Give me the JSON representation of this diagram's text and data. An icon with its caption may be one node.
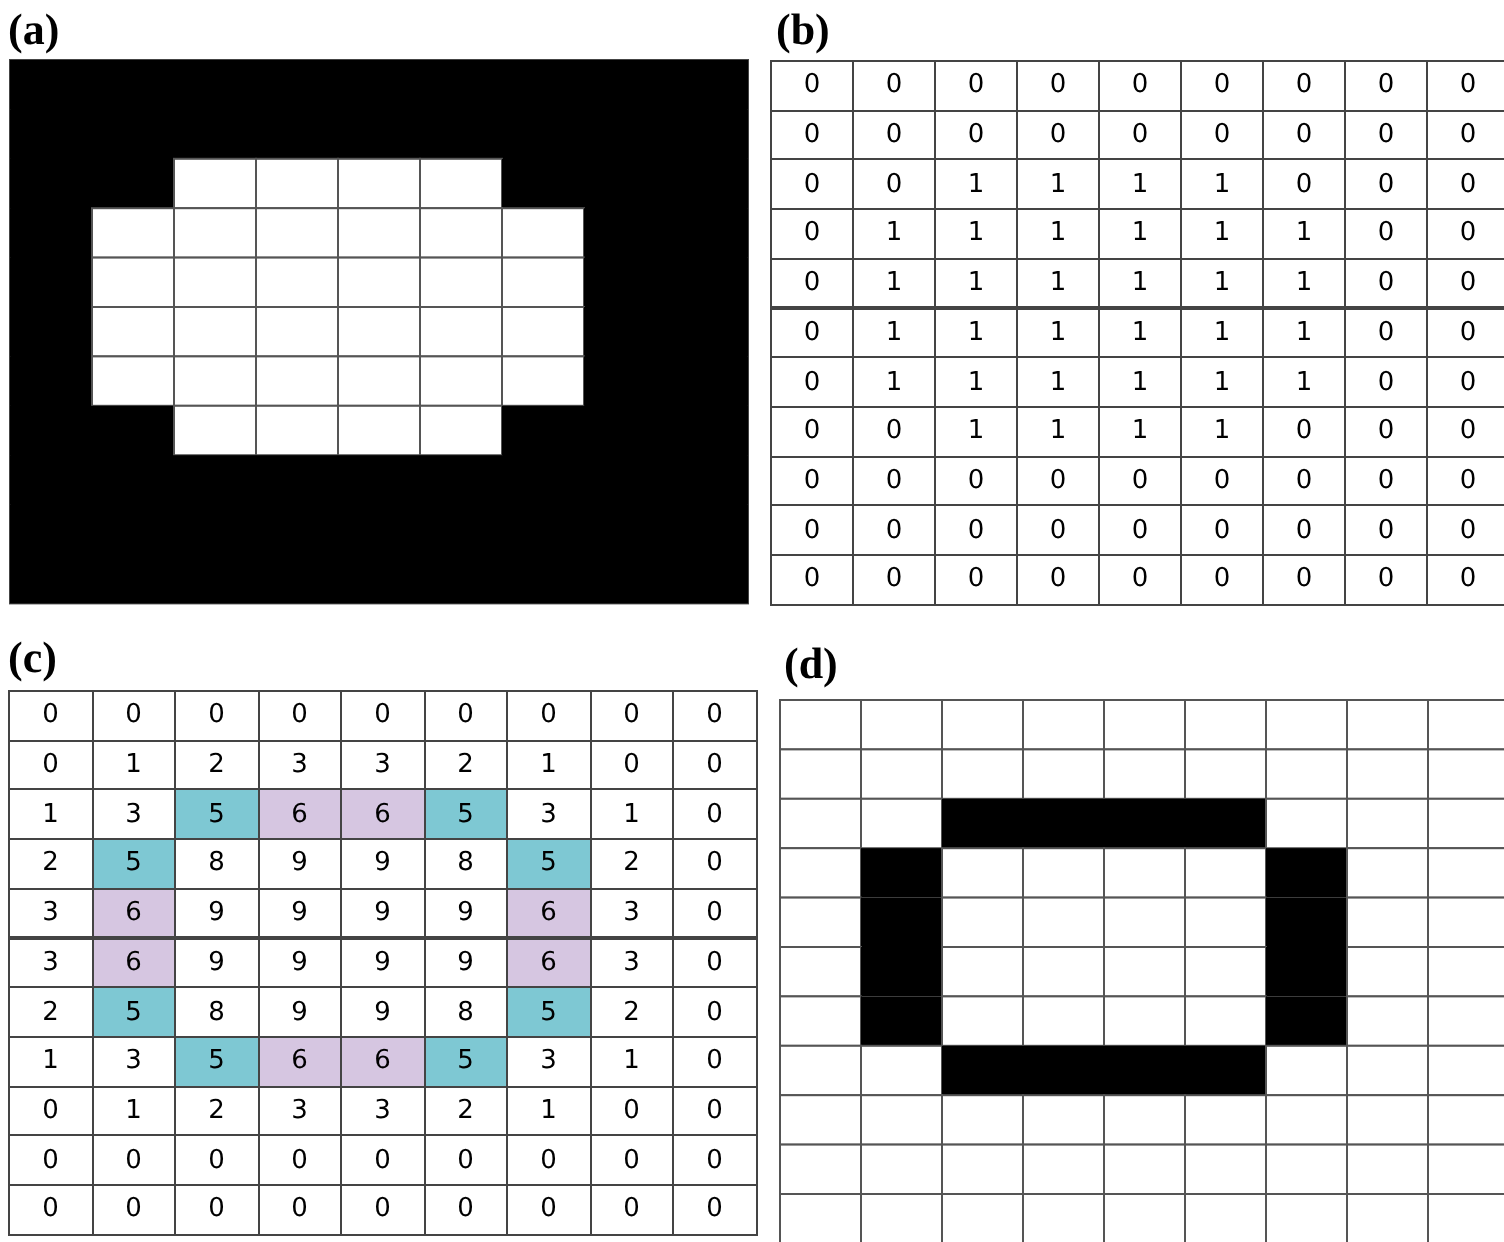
{
  "diagram": {
    "labels": [
      "(a)",
      "(b)",
      "0",
      "0",
      "0",
      "0",
      "0",
      "0",
      "0",
      "0",
      "0",
      "0",
      "0",
      "0",
      "0",
      "0",
      "0",
      "0",
      "0",
      "0",
      "0",
      "0",
      "1",
      "1",
      "1",
      "1",
      "0",
      "0",
      "0",
      "0",
      "1",
      "1",
      "1",
      "1",
      "1",
      "1",
      "0",
      "0",
      "0",
      "1",
      "1",
      "1",
      "1",
      "1",
      "1",
      "0",
      "0",
      "0",
      "1",
      "1",
      "1",
      "1",
      "1",
      "1",
      "0",
      "0",
      "0",
      "1",
      "1",
      "1",
      "1",
      "1",
      "1",
      "0",
      "0",
      "0",
      "0",
      "1",
      "1",
      "1",
      "1",
      "0",
      "0",
      "0",
      "0",
      "0",
      "0",
      "0",
      "0",
      "0",
      "0",
      "0",
      "0",
      "0",
      "0",
      "0",
      "0",
      "0",
      "0",
      "0",
      "0",
      "0",
      "0",
      "0",
      "0",
      "0",
      "0",
      "0",
      "0",
      "0",
      "0",
      "(c)",
      "0",
      "0",
      "0",
      "0",
      "0",
      "0",
      "0",
      "0",
      "0",
      "0",
      "1",
      "2",
      "3",
      "3",
      "2",
      "1",
      "0",
      "0",
      "1",
      "3",
      "5",
      "6",
      "6",
      "5",
      "3",
      "1",
      "0",
      "2",
      "5",
      "8",
      "9",
      "9",
      "8",
      "5",
      "2",
      "0",
      "3",
      "6",
      "9",
      "9",
      "9",
      "9",
      "6",
      "3",
      "0",
      "3",
      "6",
      "9",
      "9",
      "9",
      "9",
      "6",
      "3",
      "0",
      "2",
      "5",
      "8",
      "9",
      "9",
      "8",
      "5",
      "2",
      "0",
      "1",
      "3",
      "5",
      "6",
      "6",
      "5",
      "3",
      "1",
      "0",
      "0",
      "1",
      "2",
      "3",
      "3",
      "2",
      "1",
      "0",
      "0",
      "0",
      "0",
      "0",
      "0",
      "0",
      "0",
      "0",
      "0",
      "0",
      "0",
      "0",
      "0",
      "0",
      "0",
      "0",
      "0",
      "0",
      "0",
      "(d)"
    ]
  }
}
